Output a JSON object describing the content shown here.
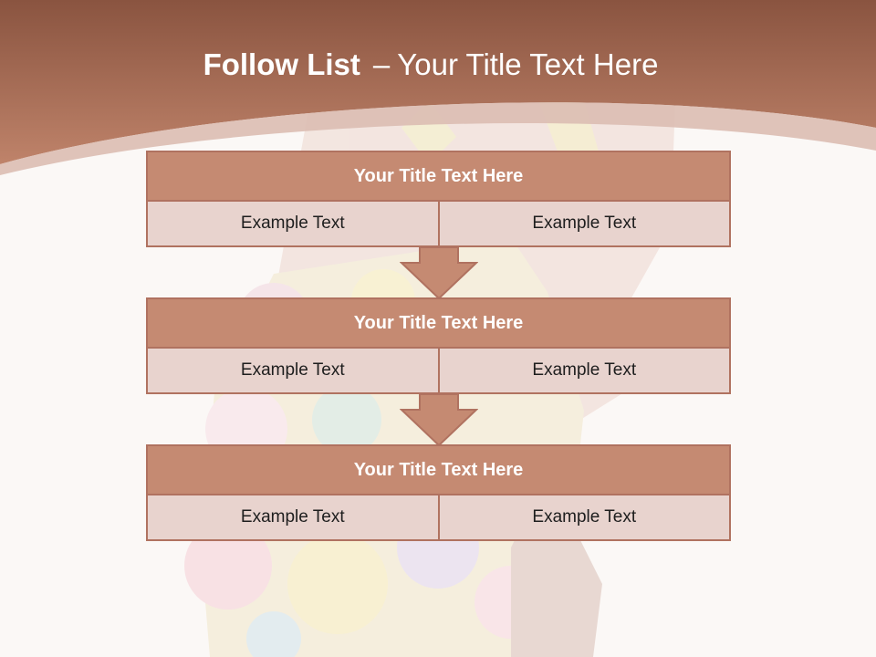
{
  "slide": {
    "title_bold": "Follow List",
    "title_dash": "–",
    "title_rest": "Your Title Text Here"
  },
  "blocks": [
    {
      "title": "Your Title Text Here",
      "left": "Example Text",
      "right": "Example Text"
    },
    {
      "title": "Your Title Text Here",
      "left": "Example Text",
      "right": "Example Text"
    },
    {
      "title": "Your Title Text Here",
      "left": "Example Text",
      "right": "Example Text"
    }
  ],
  "colors": {
    "header": "#b87a62",
    "block_title": "#c58a72",
    "block_row": "#e8d3ce",
    "border": "#b07260",
    "background": "#fbf8f6"
  }
}
